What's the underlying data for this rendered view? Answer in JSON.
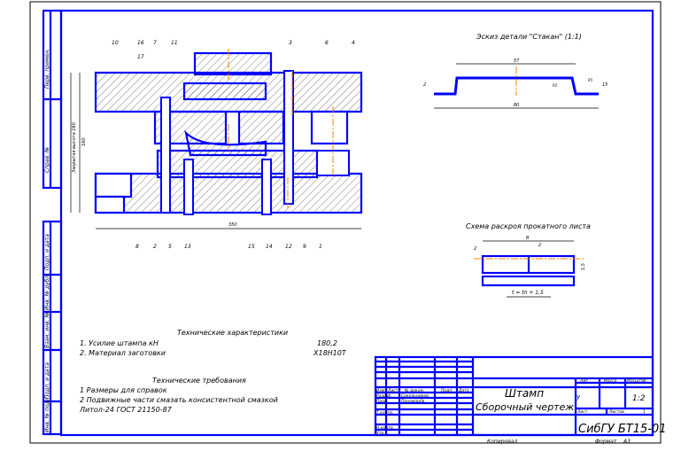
{
  "sidebar_labels": [
    "Перв. примен.",
    "Справ. №",
    "Подп. и дата",
    "Инв. № дубл.",
    "Взам. инв. №",
    "Подп. и дата",
    "Инв. № подл."
  ],
  "sketch": {
    "title": "Эскиз детали \"Стакан\" (1:1)",
    "dim_top": "57",
    "dim_bottom": "80",
    "dim_left": "2",
    "dim_right": "15",
    "r1": "R5",
    "r2": "R5"
  },
  "layout": {
    "title": "Схема раскроя прокатного листа",
    "dim_b": "B",
    "dim_a": "2",
    "dim_c": "2",
    "dim_h": "1,5",
    "formula": "t = tп + 1,5"
  },
  "assembly": {
    "callouts_top": [
      "10",
      "16",
      "17",
      "7",
      "11",
      "3",
      "6",
      "4"
    ],
    "callouts_bottom": [
      "8",
      "2",
      "5",
      "13",
      "15",
      "14",
      "12",
      "9",
      "1"
    ],
    "dim_width": "350",
    "dim_height": "160",
    "dim_height_label": "Закрытая высота 160"
  },
  "specs": {
    "heading": "Технические характеристики",
    "items": [
      {
        "label": "1. Усилие штампа кН",
        "value": "180,2"
      },
      {
        "label": "2. Материал заготовки",
        "value": "Х18Н10Т"
      }
    ]
  },
  "requirements": {
    "heading": "Технические требования",
    "items": [
      "1 Размеры для справок",
      "2 Подвижные части смазать консистентной смазкой",
      "Литол-24 ГОСТ 21150-87"
    ]
  },
  "title_block": {
    "col_headers": [
      "Изм",
      "Лист",
      "№ докум.",
      "Подп.",
      "Дата"
    ],
    "rows": [
      {
        "role": "Разраб.",
        "name": "Сокольников"
      },
      {
        "role": "Пров.",
        "name": "Пономарёв"
      },
      {
        "role": "Т.контр.",
        "name": ""
      },
      {
        "role": "Н.контр.",
        "name": ""
      },
      {
        "role": "Утв.",
        "name": ""
      }
    ],
    "name_line1": "Штамп",
    "name_line2": "Сборочный чертеж",
    "lit_label": "Лит.",
    "mass_label": "Масса",
    "scale_label": "Масштаб",
    "scale_value": "1:2",
    "lit_value": "у",
    "sheet_label": "Лист",
    "sheets_label": "Листов",
    "sheets_value": "1",
    "designation": "СибГУ БТ15-01",
    "copied": "Копировал",
    "format_label": "Формат",
    "format_value": "А3"
  }
}
